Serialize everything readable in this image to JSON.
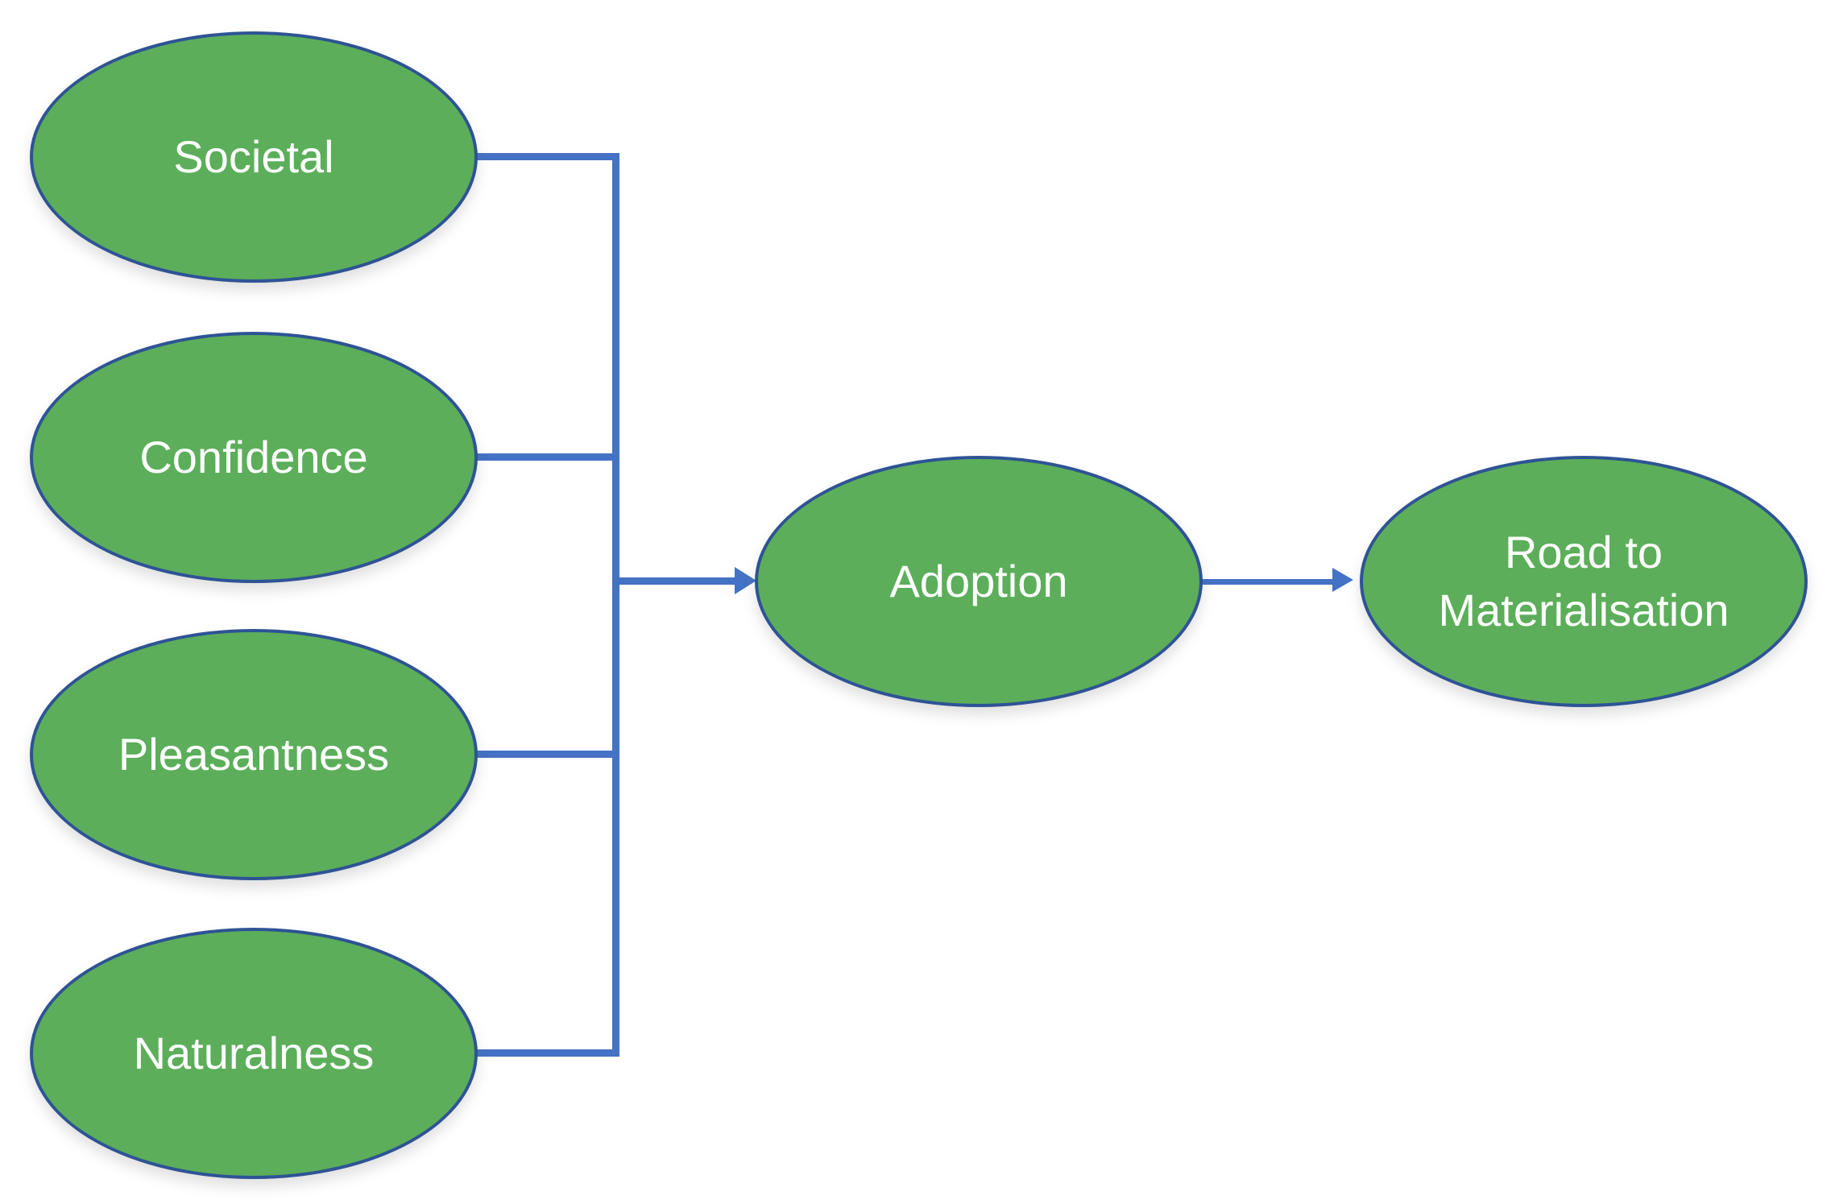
{
  "colors": {
    "node_fill": "#5cae5a",
    "node_border": "#2e5395",
    "connector": "#4472c4",
    "text": "#ffffff",
    "background": "#ffffff"
  },
  "nodes": {
    "societal": {
      "label": "Societal"
    },
    "confidence": {
      "label": "Confidence"
    },
    "pleasantness": {
      "label": "Pleasantness"
    },
    "naturalness": {
      "label": "Naturalness"
    },
    "adoption": {
      "label": "Adoption"
    },
    "road": {
      "label": "Road to Materialisation"
    }
  },
  "edges": [
    {
      "from": "societal",
      "to": "adoption",
      "via": "spine",
      "arrow": false
    },
    {
      "from": "confidence",
      "to": "adoption",
      "via": "spine",
      "arrow": false
    },
    {
      "from": "pleasantness",
      "to": "adoption",
      "via": "spine",
      "arrow": false
    },
    {
      "from": "naturalness",
      "to": "adoption",
      "via": "spine",
      "arrow": false
    },
    {
      "from": "spine",
      "to": "adoption",
      "arrow": true
    },
    {
      "from": "adoption",
      "to": "road",
      "arrow": true
    }
  ]
}
